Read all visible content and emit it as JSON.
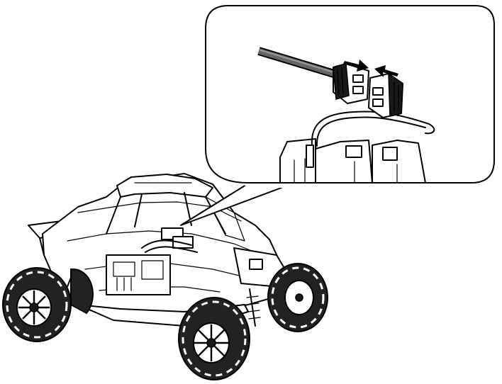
{
  "figure": {
    "subject": "rc-buggy-battery-connection",
    "arrow_directions": [
      "right",
      "left"
    ],
    "colors": {
      "line": "#000000",
      "background": "#ffffff",
      "cable": "#555555",
      "dark_fill": "#1a1a1a"
    }
  }
}
